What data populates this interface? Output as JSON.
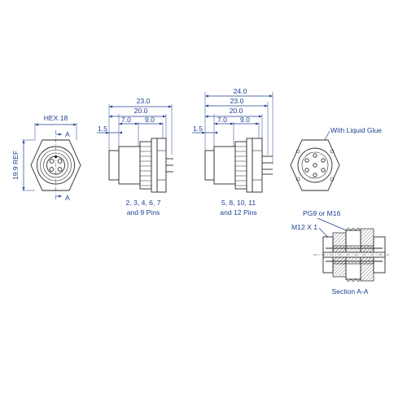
{
  "front_view": {
    "hex_label": "HEX 18",
    "height_label": "19.9 REF",
    "section_mark_top": "A",
    "section_mark_bottom": "A"
  },
  "side_view_1": {
    "dim_overall": "23.0",
    "dim_body": "20.0",
    "dim_a": "7.0",
    "dim_b": "9.0",
    "dim_c": "1.5",
    "caption_line1": "2, 3, 4, 6, 7",
    "caption_line2": "and 9 Pins"
  },
  "side_view_2": {
    "dim_overall": "24.0",
    "dim_second": "23.0",
    "dim_body": "20.0",
    "dim_a": "7.0",
    "dim_b": "9.0",
    "dim_c": "1.5",
    "caption_line1": "5, 8, 10, 11",
    "caption_line2": "and 12 Pins"
  },
  "rear_view": {
    "note": "With Liquid Glue"
  },
  "section_view": {
    "thread_label_1": "PG9 or M16",
    "thread_label_2": "M12 X 1",
    "caption": "Section A-A"
  }
}
